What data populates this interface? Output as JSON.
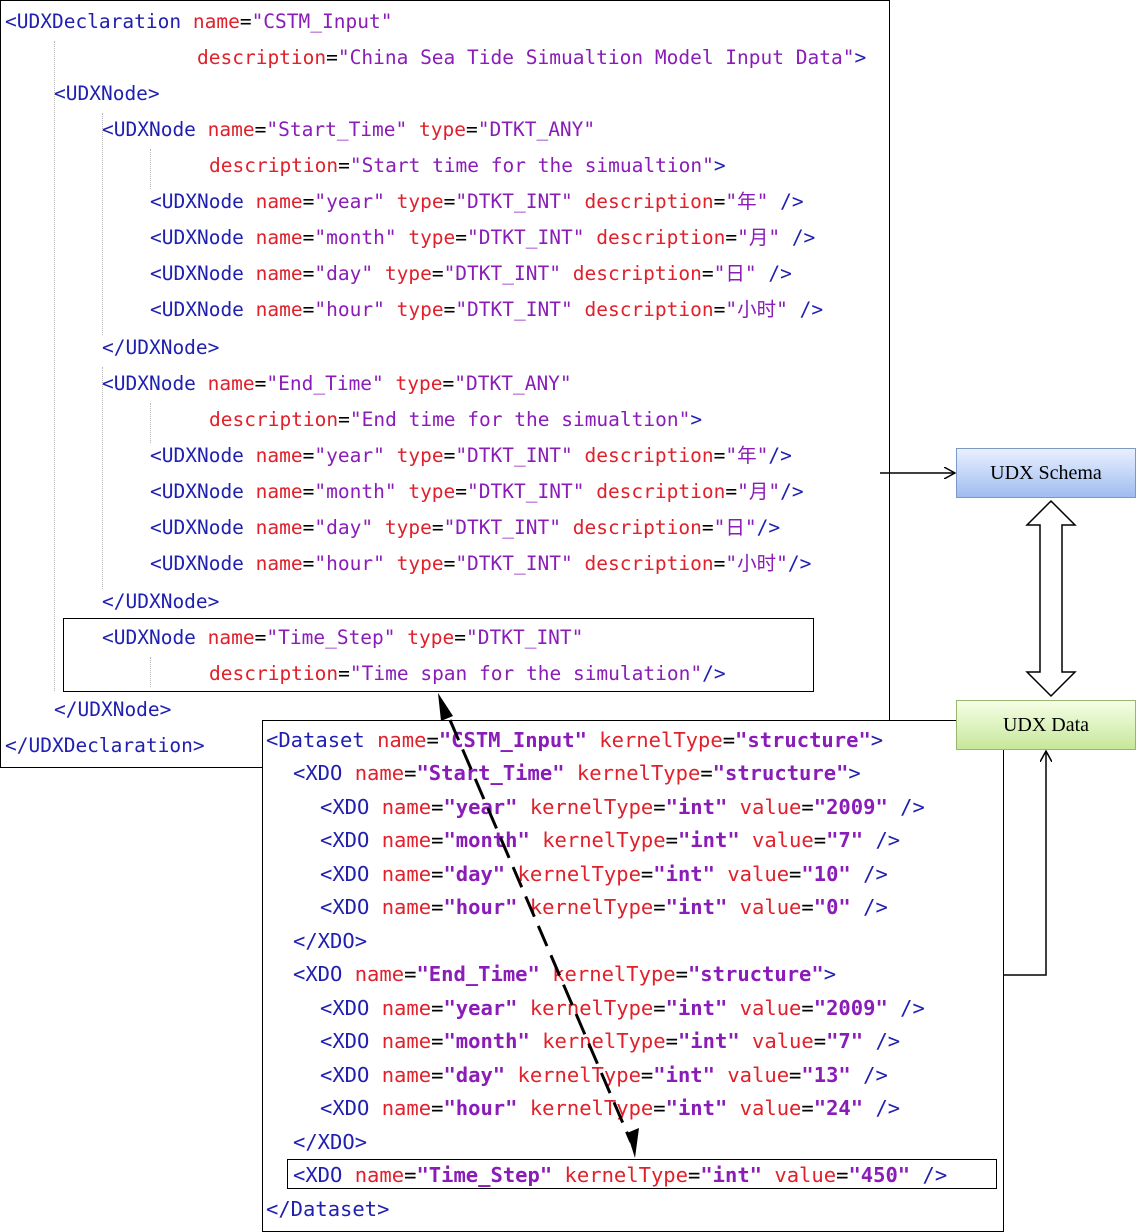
{
  "labels": {
    "udx_schema": "UDX Schema",
    "udx_data": "UDX Data"
  },
  "schema_lines": [
    [
      {
        "c": "t",
        "s": "<UDXDeclaration "
      },
      {
        "c": "a",
        "s": "name"
      },
      {
        "c": "k",
        "s": "="
      },
      {
        "c": "v",
        "s": "\"CSTM_Input\""
      }
    ],
    [
      {
        "c": "a",
        "s": "description"
      },
      {
        "c": "k",
        "s": "="
      },
      {
        "c": "v",
        "s": "\"China Sea Tide Simualtion Model Input Data\""
      },
      {
        "c": "t",
        "s": ">"
      }
    ],
    [
      {
        "c": "t",
        "s": "<UDXNode>"
      }
    ],
    [
      {
        "c": "t",
        "s": "<UDXNode "
      },
      {
        "c": "a",
        "s": "name"
      },
      {
        "c": "k",
        "s": "="
      },
      {
        "c": "v",
        "s": "\"Start_Time\""
      },
      {
        "c": "t",
        "s": " "
      },
      {
        "c": "a",
        "s": "type"
      },
      {
        "c": "k",
        "s": "="
      },
      {
        "c": "v",
        "s": "\"DTKT_ANY\""
      }
    ],
    [
      {
        "c": "a",
        "s": "description"
      },
      {
        "c": "k",
        "s": "="
      },
      {
        "c": "v",
        "s": "\"Start time for the simualtion\""
      },
      {
        "c": "t",
        "s": ">"
      }
    ],
    [
      {
        "c": "t",
        "s": "<UDXNode "
      },
      {
        "c": "a",
        "s": "name"
      },
      {
        "c": "k",
        "s": "="
      },
      {
        "c": "v",
        "s": "\"year\""
      },
      {
        "c": "t",
        "s": " "
      },
      {
        "c": "a",
        "s": "type"
      },
      {
        "c": "k",
        "s": "="
      },
      {
        "c": "v",
        "s": "\"DTKT_INT\""
      },
      {
        "c": "t",
        "s": " "
      },
      {
        "c": "a",
        "s": "description"
      },
      {
        "c": "k",
        "s": "="
      },
      {
        "c": "v",
        "s": "\"年\""
      },
      {
        "c": "t",
        "s": " />"
      }
    ],
    [
      {
        "c": "t",
        "s": "<UDXNode "
      },
      {
        "c": "a",
        "s": "name"
      },
      {
        "c": "k",
        "s": "="
      },
      {
        "c": "v",
        "s": "\"month\""
      },
      {
        "c": "t",
        "s": " "
      },
      {
        "c": "a",
        "s": "type"
      },
      {
        "c": "k",
        "s": "="
      },
      {
        "c": "v",
        "s": "\"DTKT_INT\""
      },
      {
        "c": "t",
        "s": " "
      },
      {
        "c": "a",
        "s": "description"
      },
      {
        "c": "k",
        "s": "="
      },
      {
        "c": "v",
        "s": "\"月\""
      },
      {
        "c": "t",
        "s": " />"
      }
    ],
    [
      {
        "c": "t",
        "s": "<UDXNode "
      },
      {
        "c": "a",
        "s": "name"
      },
      {
        "c": "k",
        "s": "="
      },
      {
        "c": "v",
        "s": "\"day\""
      },
      {
        "c": "t",
        "s": " "
      },
      {
        "c": "a",
        "s": "type"
      },
      {
        "c": "k",
        "s": "="
      },
      {
        "c": "v",
        "s": "\"DTKT_INT\""
      },
      {
        "c": "t",
        "s": " "
      },
      {
        "c": "a",
        "s": "description"
      },
      {
        "c": "k",
        "s": "="
      },
      {
        "c": "v",
        "s": "\"日\""
      },
      {
        "c": "t",
        "s": " />"
      }
    ],
    [
      {
        "c": "t",
        "s": "<UDXNode "
      },
      {
        "c": "a",
        "s": "name"
      },
      {
        "c": "k",
        "s": "="
      },
      {
        "c": "v",
        "s": "\"hour\""
      },
      {
        "c": "t",
        "s": " "
      },
      {
        "c": "a",
        "s": "type"
      },
      {
        "c": "k",
        "s": "="
      },
      {
        "c": "v",
        "s": "\"DTKT_INT\""
      },
      {
        "c": "t",
        "s": " "
      },
      {
        "c": "a",
        "s": "description"
      },
      {
        "c": "k",
        "s": "="
      },
      {
        "c": "v",
        "s": "\"小时\""
      },
      {
        "c": "t",
        "s": " />"
      }
    ],
    [
      {
        "c": "t",
        "s": "</UDXNode>"
      }
    ],
    [
      {
        "c": "t",
        "s": "<UDXNode "
      },
      {
        "c": "a",
        "s": "name"
      },
      {
        "c": "k",
        "s": "="
      },
      {
        "c": "v",
        "s": "\"End_Time\""
      },
      {
        "c": "t",
        "s": " "
      },
      {
        "c": "a",
        "s": "type"
      },
      {
        "c": "k",
        "s": "="
      },
      {
        "c": "v",
        "s": "\"DTKT_ANY\""
      }
    ],
    [
      {
        "c": "a",
        "s": "description"
      },
      {
        "c": "k",
        "s": "="
      },
      {
        "c": "v",
        "s": "\"End time for the simualtion\""
      },
      {
        "c": "t",
        "s": ">"
      }
    ],
    [
      {
        "c": "t",
        "s": "<UDXNode "
      },
      {
        "c": "a",
        "s": "name"
      },
      {
        "c": "k",
        "s": "="
      },
      {
        "c": "v",
        "s": "\"year\""
      },
      {
        "c": "t",
        "s": " "
      },
      {
        "c": "a",
        "s": "type"
      },
      {
        "c": "k",
        "s": "="
      },
      {
        "c": "v",
        "s": "\"DTKT_INT\""
      },
      {
        "c": "t",
        "s": " "
      },
      {
        "c": "a",
        "s": "description"
      },
      {
        "c": "k",
        "s": "="
      },
      {
        "c": "v",
        "s": "\"年\""
      },
      {
        "c": "t",
        "s": "/>"
      }
    ],
    [
      {
        "c": "t",
        "s": "<UDXNode "
      },
      {
        "c": "a",
        "s": "name"
      },
      {
        "c": "k",
        "s": "="
      },
      {
        "c": "v",
        "s": "\"month\""
      },
      {
        "c": "t",
        "s": " "
      },
      {
        "c": "a",
        "s": "type"
      },
      {
        "c": "k",
        "s": "="
      },
      {
        "c": "v",
        "s": "\"DTKT_INT\""
      },
      {
        "c": "t",
        "s": " "
      },
      {
        "c": "a",
        "s": "description"
      },
      {
        "c": "k",
        "s": "="
      },
      {
        "c": "v",
        "s": "\"月\""
      },
      {
        "c": "t",
        "s": "/>"
      }
    ],
    [
      {
        "c": "t",
        "s": "<UDXNode "
      },
      {
        "c": "a",
        "s": "name"
      },
      {
        "c": "k",
        "s": "="
      },
      {
        "c": "v",
        "s": "\"day\""
      },
      {
        "c": "t",
        "s": " "
      },
      {
        "c": "a",
        "s": "type"
      },
      {
        "c": "k",
        "s": "="
      },
      {
        "c": "v",
        "s": "\"DTKT_INT\""
      },
      {
        "c": "t",
        "s": " "
      },
      {
        "c": "a",
        "s": "description"
      },
      {
        "c": "k",
        "s": "="
      },
      {
        "c": "v",
        "s": "\"日\""
      },
      {
        "c": "t",
        "s": "/>"
      }
    ],
    [
      {
        "c": "t",
        "s": "<UDXNode "
      },
      {
        "c": "a",
        "s": "name"
      },
      {
        "c": "k",
        "s": "="
      },
      {
        "c": "v",
        "s": "\"hour\""
      },
      {
        "c": "t",
        "s": " "
      },
      {
        "c": "a",
        "s": "type"
      },
      {
        "c": "k",
        "s": "="
      },
      {
        "c": "v",
        "s": "\"DTKT_INT\""
      },
      {
        "c": "t",
        "s": " "
      },
      {
        "c": "a",
        "s": "description"
      },
      {
        "c": "k",
        "s": "="
      },
      {
        "c": "v",
        "s": "\"小时\""
      },
      {
        "c": "t",
        "s": "/>"
      }
    ],
    [
      {
        "c": "t",
        "s": "</UDXNode>"
      }
    ],
    [
      {
        "c": "t",
        "s": "<UDXNode "
      },
      {
        "c": "a",
        "s": "name"
      },
      {
        "c": "k",
        "s": "="
      },
      {
        "c": "v",
        "s": "\"Time_Step\""
      },
      {
        "c": "t",
        "s": " "
      },
      {
        "c": "a",
        "s": "type"
      },
      {
        "c": "k",
        "s": "="
      },
      {
        "c": "v",
        "s": "\"DTKT_INT\""
      }
    ],
    [
      {
        "c": "a",
        "s": "description"
      },
      {
        "c": "k",
        "s": "="
      },
      {
        "c": "v",
        "s": "\"Time span for the simulation\""
      },
      {
        "c": "t",
        "s": "/>"
      }
    ],
    [
      {
        "c": "t",
        "s": "</UDXNode>"
      }
    ],
    [
      {
        "c": "t",
        "s": "</UDXDeclaration>"
      }
    ]
  ],
  "data_lines": [
    [
      {
        "c": "t",
        "s": "<Dataset "
      },
      {
        "c": "a",
        "s": "name"
      },
      {
        "c": "k",
        "s": "="
      },
      {
        "c": "dv",
        "s": "\"CSTM_Input\""
      },
      {
        "c": "t",
        "s": " "
      },
      {
        "c": "a",
        "s": "kernelType"
      },
      {
        "c": "k",
        "s": "="
      },
      {
        "c": "dv",
        "s": "\"structure\""
      },
      {
        "c": "t",
        "s": ">"
      }
    ],
    [
      {
        "c": "t",
        "s": "<XDO "
      },
      {
        "c": "a",
        "s": "name"
      },
      {
        "c": "k",
        "s": "="
      },
      {
        "c": "dv",
        "s": "\"Start_Time\""
      },
      {
        "c": "t",
        "s": " "
      },
      {
        "c": "a",
        "s": "kernelType"
      },
      {
        "c": "k",
        "s": "="
      },
      {
        "c": "dv",
        "s": "\"structure\""
      },
      {
        "c": "t",
        "s": ">"
      }
    ],
    [
      {
        "c": "t",
        "s": "<XDO "
      },
      {
        "c": "a",
        "s": "name"
      },
      {
        "c": "k",
        "s": "="
      },
      {
        "c": "dv",
        "s": "\"year\""
      },
      {
        "c": "t",
        "s": " "
      },
      {
        "c": "a",
        "s": "kernelType"
      },
      {
        "c": "k",
        "s": "="
      },
      {
        "c": "dv",
        "s": "\"int\""
      },
      {
        "c": "t",
        "s": " "
      },
      {
        "c": "a",
        "s": "value"
      },
      {
        "c": "k",
        "s": "="
      },
      {
        "c": "dv",
        "s": "\"2009\""
      },
      {
        "c": "t",
        "s": " />"
      }
    ],
    [
      {
        "c": "t",
        "s": "<XDO "
      },
      {
        "c": "a",
        "s": "name"
      },
      {
        "c": "k",
        "s": "="
      },
      {
        "c": "dv",
        "s": "\"month\""
      },
      {
        "c": "t",
        "s": " "
      },
      {
        "c": "a",
        "s": "kernelType"
      },
      {
        "c": "k",
        "s": "="
      },
      {
        "c": "dv",
        "s": "\"int\""
      },
      {
        "c": "t",
        "s": " "
      },
      {
        "c": "a",
        "s": "value"
      },
      {
        "c": "k",
        "s": "="
      },
      {
        "c": "dv",
        "s": "\"7\""
      },
      {
        "c": "t",
        "s": " />"
      }
    ],
    [
      {
        "c": "t",
        "s": "<XDO "
      },
      {
        "c": "a",
        "s": "name"
      },
      {
        "c": "k",
        "s": "="
      },
      {
        "c": "dv",
        "s": "\"day\""
      },
      {
        "c": "t",
        "s": " "
      },
      {
        "c": "a",
        "s": "kernelType"
      },
      {
        "c": "k",
        "s": "="
      },
      {
        "c": "dv",
        "s": "\"int\""
      },
      {
        "c": "t",
        "s": " "
      },
      {
        "c": "a",
        "s": "value"
      },
      {
        "c": "k",
        "s": "="
      },
      {
        "c": "dv",
        "s": "\"10\""
      },
      {
        "c": "t",
        "s": " />"
      }
    ],
    [
      {
        "c": "t",
        "s": "<XDO "
      },
      {
        "c": "a",
        "s": "name"
      },
      {
        "c": "k",
        "s": "="
      },
      {
        "c": "dv",
        "s": "\"hour\""
      },
      {
        "c": "t",
        "s": " "
      },
      {
        "c": "a",
        "s": "kernelType"
      },
      {
        "c": "k",
        "s": "="
      },
      {
        "c": "dv",
        "s": "\"int\""
      },
      {
        "c": "t",
        "s": " "
      },
      {
        "c": "a",
        "s": "value"
      },
      {
        "c": "k",
        "s": "="
      },
      {
        "c": "dv",
        "s": "\"0\""
      },
      {
        "c": "t",
        "s": " />"
      }
    ],
    [
      {
        "c": "t",
        "s": "</XDO>"
      }
    ],
    [
      {
        "c": "t",
        "s": "<XDO "
      },
      {
        "c": "a",
        "s": "name"
      },
      {
        "c": "k",
        "s": "="
      },
      {
        "c": "dv",
        "s": "\"End_Time\""
      },
      {
        "c": "t",
        "s": " "
      },
      {
        "c": "a",
        "s": "kernelType"
      },
      {
        "c": "k",
        "s": "="
      },
      {
        "c": "dv",
        "s": "\"structure\""
      },
      {
        "c": "t",
        "s": ">"
      }
    ],
    [
      {
        "c": "t",
        "s": "<XDO "
      },
      {
        "c": "a",
        "s": "name"
      },
      {
        "c": "k",
        "s": "="
      },
      {
        "c": "dv",
        "s": "\"year\""
      },
      {
        "c": "t",
        "s": " "
      },
      {
        "c": "a",
        "s": "kernelType"
      },
      {
        "c": "k",
        "s": "="
      },
      {
        "c": "dv",
        "s": "\"int\""
      },
      {
        "c": "t",
        "s": " "
      },
      {
        "c": "a",
        "s": "value"
      },
      {
        "c": "k",
        "s": "="
      },
      {
        "c": "dv",
        "s": "\"2009\""
      },
      {
        "c": "t",
        "s": " />"
      }
    ],
    [
      {
        "c": "t",
        "s": "<XDO "
      },
      {
        "c": "a",
        "s": "name"
      },
      {
        "c": "k",
        "s": "="
      },
      {
        "c": "dv",
        "s": "\"month\""
      },
      {
        "c": "t",
        "s": " "
      },
      {
        "c": "a",
        "s": "kernelType"
      },
      {
        "c": "k",
        "s": "="
      },
      {
        "c": "dv",
        "s": "\"int\""
      },
      {
        "c": "t",
        "s": " "
      },
      {
        "c": "a",
        "s": "value"
      },
      {
        "c": "k",
        "s": "="
      },
      {
        "c": "dv",
        "s": "\"7\""
      },
      {
        "c": "t",
        "s": " />"
      }
    ],
    [
      {
        "c": "t",
        "s": "<XDO "
      },
      {
        "c": "a",
        "s": "name"
      },
      {
        "c": "k",
        "s": "="
      },
      {
        "c": "dv",
        "s": "\"day\""
      },
      {
        "c": "t",
        "s": " "
      },
      {
        "c": "a",
        "s": "kernelType"
      },
      {
        "c": "k",
        "s": "="
      },
      {
        "c": "dv",
        "s": "\"int\""
      },
      {
        "c": "t",
        "s": " "
      },
      {
        "c": "a",
        "s": "value"
      },
      {
        "c": "k",
        "s": "="
      },
      {
        "c": "dv",
        "s": "\"13\""
      },
      {
        "c": "t",
        "s": " />"
      }
    ],
    [
      {
        "c": "t",
        "s": "<XDO "
      },
      {
        "c": "a",
        "s": "name"
      },
      {
        "c": "k",
        "s": "="
      },
      {
        "c": "dv",
        "s": "\"hour\""
      },
      {
        "c": "t",
        "s": " "
      },
      {
        "c": "a",
        "s": "kernelType"
      },
      {
        "c": "k",
        "s": "="
      },
      {
        "c": "dv",
        "s": "\"int\""
      },
      {
        "c": "t",
        "s": " "
      },
      {
        "c": "a",
        "s": "value"
      },
      {
        "c": "k",
        "s": "="
      },
      {
        "c": "dv",
        "s": "\"24\""
      },
      {
        "c": "t",
        "s": " />"
      }
    ],
    [
      {
        "c": "t",
        "s": "</XDO>"
      }
    ],
    [
      {
        "c": "t",
        "s": "<XDO "
      },
      {
        "c": "a",
        "s": "name"
      },
      {
        "c": "k",
        "s": "="
      },
      {
        "c": "dv",
        "s": "\"Time_Step\""
      },
      {
        "c": "t",
        "s": " "
      },
      {
        "c": "a",
        "s": "kernelType"
      },
      {
        "c": "k",
        "s": "="
      },
      {
        "c": "dv",
        "s": "\"int\""
      },
      {
        "c": "t",
        "s": " "
      },
      {
        "c": "a",
        "s": "value"
      },
      {
        "c": "k",
        "s": "="
      },
      {
        "c": "dv",
        "s": "\"450\""
      },
      {
        "c": "t",
        "s": " />"
      }
    ],
    [
      {
        "c": "t",
        "s": "</Dataset>"
      }
    ]
  ]
}
